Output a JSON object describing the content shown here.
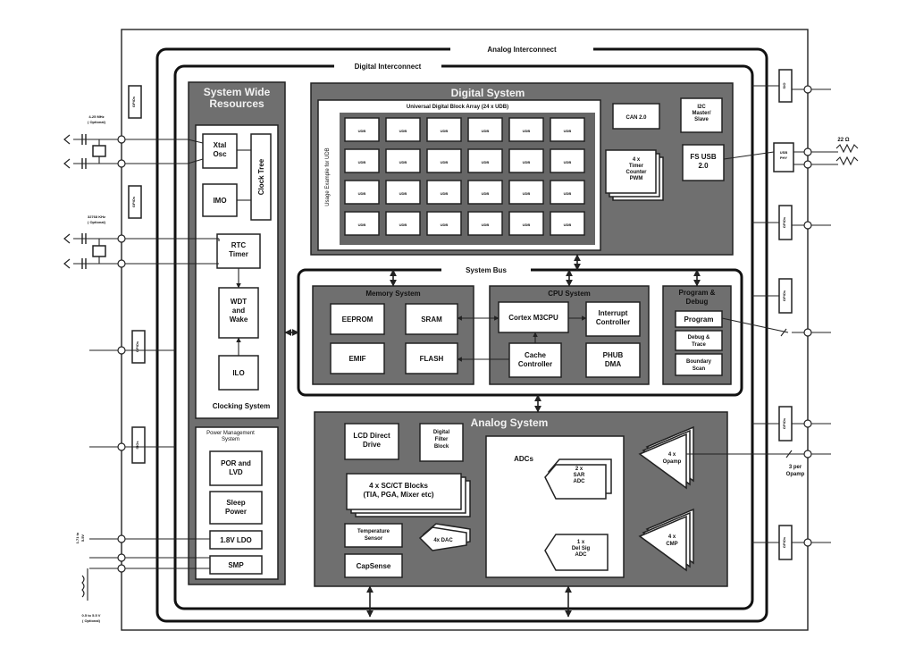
{
  "labels": {
    "analog_interconnect": "Analog Interconnect",
    "digital_interconnect": "Digital Interconnect",
    "system_wide_title": "System Wide\nResources",
    "xtal_osc": "Xtal\nOsc",
    "clock_tree": "Clock Tree",
    "imo": "IMO",
    "rtc_timer": "RTC\nTimer",
    "wdt_wake": "WDT\nand\nWake",
    "ilo": "ILO",
    "clocking_system": "Clocking System",
    "power_mgmt": "Power Management\nSystem",
    "por_lvd": "POR and\nLVD",
    "sleep_power": "Sleep\nPower",
    "ldo": "1.8V LDO",
    "smp": "SMP",
    "digital_system": "Digital System",
    "udb_array": "Universal Digital Block Array (24 x UDB)",
    "udb_usage": "Usage Example for UDB",
    "udb": "UDB",
    "can": "CAN 2.0",
    "i2c": "I2C\nMaster/\nSlave",
    "timer": "4 x\nTimer\nCounter\nPWM",
    "fs_usb": "FS USB\n2.0",
    "system_bus": "System Bus",
    "memory_system": "Memory System",
    "eeprom": "EEPROM",
    "sram": "SRAM",
    "emif": "EMIF",
    "flash": "FLASH",
    "cpu_system": "CPU System",
    "cortex": "Cortex M3CPU",
    "interrupt": "Interrupt\nController",
    "cache": "Cache\nController",
    "phub": "PHUB\nDMA",
    "prog_debug": "Program &\nDebug",
    "program": "Program",
    "debug_trace": "Debug &\nTrace",
    "boundary_scan": "Boundary\nScan",
    "analog_system": "Analog System",
    "lcd": "LCD Direct\nDrive",
    "dfb": "Digital\nFilter\nBlock",
    "sc_ct": "4 x SC/CT Blocks\n(TIA, PGA, Mixer etc)",
    "temp_sensor": "Temperature\nSensor",
    "dac": "4x DAC",
    "capsense": "CapSense",
    "adcs": "ADCs",
    "sar_adc": "2 x\nSAR\nADC",
    "delsig_adc": "1 x\nDel Sig\nADC",
    "opamp": "4 x\nOpamp",
    "cmp": "4 x\nCMP",
    "gpios": "GPIOs",
    "sio": "SIO",
    "sios": "SIOs",
    "usb_phy": "USB\nPHY",
    "freq_4_25": "4-25 MHz\n( Optional)",
    "freq_32k": "32768 KHz\n( Optional)",
    "ohm22": "22 Ω",
    "per_opamp": "3 per\nOpamp",
    "vddio_range": "1.71 to\n5.5V",
    "vboost_range": "0.5 to 5.5 V\n( Optional)"
  },
  "colors": {
    "section_fill": "#6f6f6f",
    "block_fill": "#ffffff",
    "line": "#222222",
    "background": "#ffffff"
  },
  "icons": [
    "bidirectional-arrow-icon",
    "crystal-icon",
    "capacitor-icon",
    "resistor-icon",
    "triangle-opamp-icon",
    "ground-icon",
    "inductor-icon"
  ]
}
